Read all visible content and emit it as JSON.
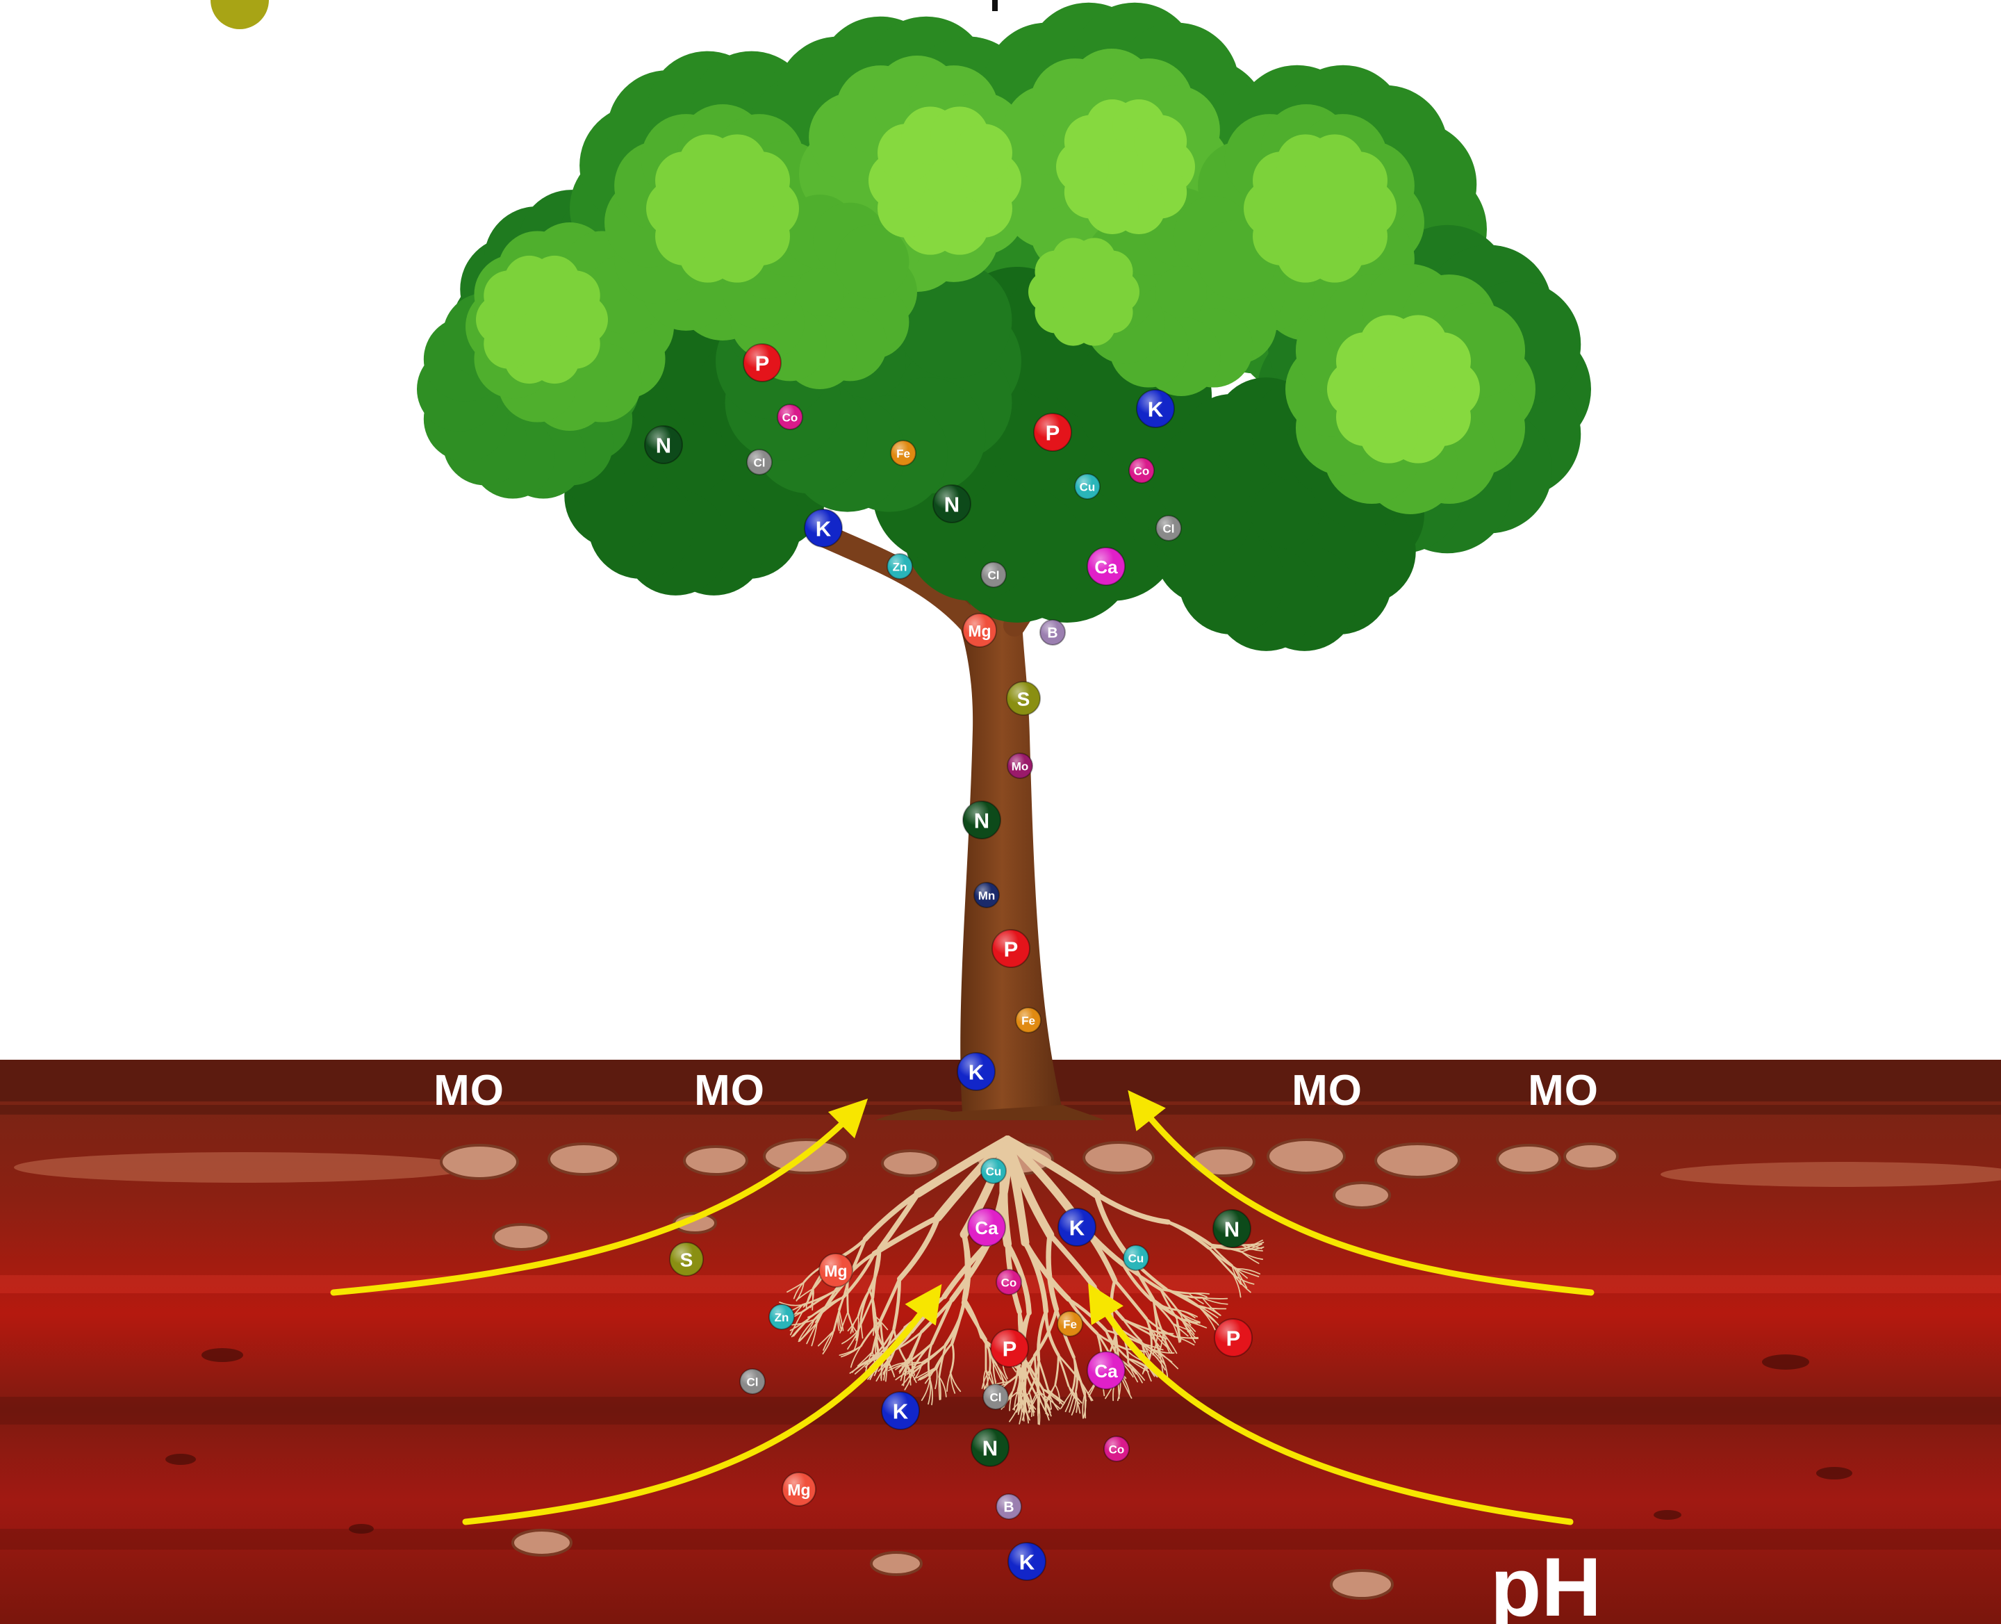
{
  "soil_labels": {
    "organic_matter_1": "MO",
    "organic_matter_2": "MO",
    "organic_matter_3": "MO",
    "organic_matter_4": "MO",
    "ph": "pH"
  },
  "colors": {
    "sky": "#ffffff",
    "soil_top": "#7a1f10",
    "soil_mid": "#a5160f",
    "soil_deep": "#8c1a0e",
    "leaf_dark": "#1f7a1f",
    "leaf_mid": "#3f9f2a",
    "leaf_light": "#7cd23a",
    "trunk": "#7a3f1b",
    "roots": "#e6c9a0",
    "arrows": "#f7e600"
  },
  "nutrients": {
    "canopy": [
      {
        "symbol": "P",
        "color": "#e4141b",
        "size": "lg"
      },
      {
        "symbol": "Co",
        "color": "#d91a8b",
        "size": "sm"
      },
      {
        "symbol": "N",
        "color": "#0d4a1a",
        "size": "lg"
      },
      {
        "symbol": "Cl",
        "color": "#8a8a8a",
        "size": "sm"
      },
      {
        "symbol": "K",
        "color": "#1226c9",
        "size": "lg"
      },
      {
        "symbol": "Zn",
        "color": "#2ab5b9",
        "size": "sm"
      },
      {
        "symbol": "Fe",
        "color": "#e08a12",
        "size": "sm"
      },
      {
        "symbol": "N",
        "color": "#0d4a1a",
        "size": "lg"
      },
      {
        "symbol": "Cl",
        "color": "#8a8a8a",
        "size": "sm"
      },
      {
        "symbol": "Mg",
        "color": "#f0503c",
        "size": "md"
      },
      {
        "symbol": "B",
        "color": "#9b7fb0",
        "size": "sm"
      },
      {
        "symbol": "P",
        "color": "#e4141b",
        "size": "lg"
      },
      {
        "symbol": "K",
        "color": "#1226c9",
        "size": "lg"
      },
      {
        "symbol": "Co",
        "color": "#d91a8b",
        "size": "sm"
      },
      {
        "symbol": "Cu",
        "color": "#2ab5b9",
        "size": "sm"
      },
      {
        "symbol": "Cl",
        "color": "#8a8a8a",
        "size": "sm"
      },
      {
        "symbol": "Ca",
        "color": "#e020c8",
        "size": "lg"
      }
    ],
    "trunk": [
      {
        "symbol": "S",
        "color": "#8a8f12",
        "size": "md"
      },
      {
        "symbol": "Mo",
        "color": "#9a1a6a",
        "size": "sm"
      },
      {
        "symbol": "N",
        "color": "#0d4a1a",
        "size": "lg"
      },
      {
        "symbol": "Mn",
        "color": "#1a2a6a",
        "size": "sm"
      },
      {
        "symbol": "P",
        "color": "#e4141b",
        "size": "lg"
      },
      {
        "symbol": "Fe",
        "color": "#e08a12",
        "size": "sm"
      },
      {
        "symbol": "K",
        "color": "#1226c9",
        "size": "lg"
      }
    ],
    "roots": [
      {
        "symbol": "Cu",
        "color": "#2ab5b9",
        "size": "sm"
      },
      {
        "symbol": "Ca",
        "color": "#e020c8",
        "size": "lg"
      },
      {
        "symbol": "K",
        "color": "#1226c9",
        "size": "lg"
      },
      {
        "symbol": "N",
        "color": "#0d4a1a",
        "size": "lg"
      },
      {
        "symbol": "S",
        "color": "#8a8f12",
        "size": "md"
      },
      {
        "symbol": "Mg",
        "color": "#f0503c",
        "size": "md"
      },
      {
        "symbol": "Cu",
        "color": "#2ab5b9",
        "size": "sm"
      },
      {
        "symbol": "Co",
        "color": "#d91a8b",
        "size": "sm"
      },
      {
        "symbol": "Zn",
        "color": "#2ab5b9",
        "size": "sm"
      },
      {
        "symbol": "Fe",
        "color": "#e08a12",
        "size": "sm"
      },
      {
        "symbol": "P",
        "color": "#e4141b",
        "size": "lg"
      },
      {
        "symbol": "P",
        "color": "#e4141b",
        "size": "lg"
      },
      {
        "symbol": "Cl",
        "color": "#8a8a8a",
        "size": "sm"
      },
      {
        "symbol": "Ca",
        "color": "#e020c8",
        "size": "lg"
      },
      {
        "symbol": "K",
        "color": "#1226c9",
        "size": "lg"
      },
      {
        "symbol": "Cl",
        "color": "#8a8a8a",
        "size": "sm"
      },
      {
        "symbol": "N",
        "color": "#0d4a1a",
        "size": "lg"
      },
      {
        "symbol": "Co",
        "color": "#d91a8b",
        "size": "sm"
      },
      {
        "symbol": "Mg",
        "color": "#f0503c",
        "size": "md"
      },
      {
        "symbol": "B",
        "color": "#9b7fb0",
        "size": "sm"
      },
      {
        "symbol": "K",
        "color": "#1226c9",
        "size": "lg"
      }
    ]
  }
}
